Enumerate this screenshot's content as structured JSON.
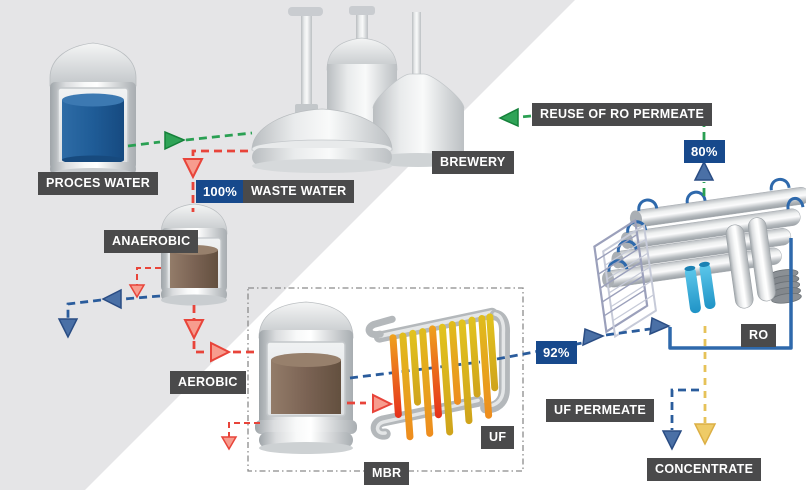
{
  "diagram": {
    "labels": {
      "proces_water": "PROCES WATER",
      "waste_water": "WASTE WATER",
      "brewery": "BREWERY",
      "anaerobic": "ANAEROBIC",
      "aerobic": "AEROBIC",
      "mbr": "MBR",
      "uf": "UF",
      "ro": "RO",
      "uf_permeate": "UF PERMEATE",
      "concentrate": "CONCENTRATE",
      "reuse_of_ro_permeate": "REUSE OF RO PERMEATE"
    },
    "badges": {
      "waste_water_pct": "100%",
      "uf_permeate_pct": "92%",
      "ro_permeate_pct": "80%"
    },
    "colors": {
      "flow_green": "#2aa053",
      "flow_red": "#e8443a",
      "flow_blue": "#2a5c9c",
      "flow_yellow": "#e6c258",
      "badge_bg": "#17498c",
      "label_bg": "#4a4a4b",
      "process_water_liquid": "#1f5c97",
      "sludge_liquid": "#7b6354",
      "background_gray": "#e5e5e7"
    }
  }
}
